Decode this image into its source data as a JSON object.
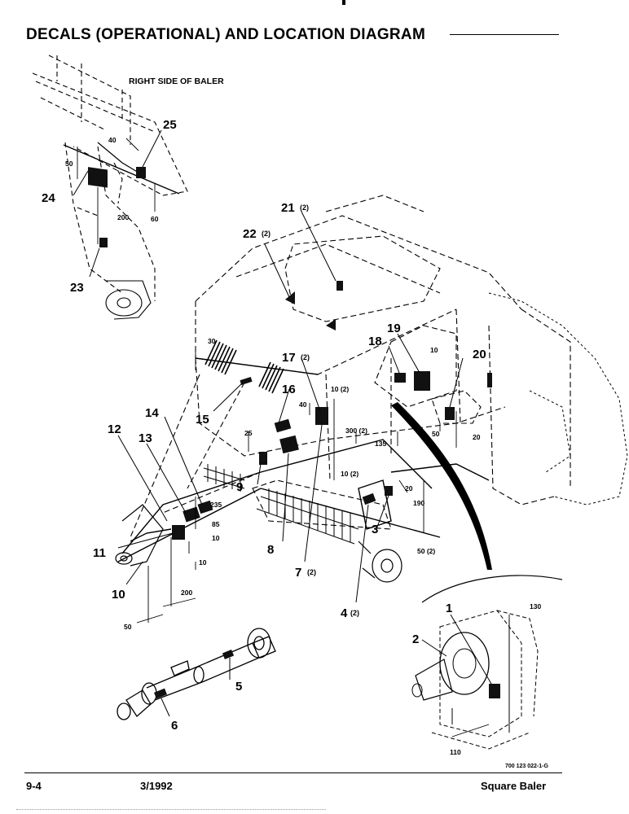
{
  "title": "DECALS (OPERATIONAL) AND LOCATION DIAGRAM",
  "view_label": "RIGHT SIDE OF BALER",
  "drawing_number": "700 123 022-1-G",
  "footer": {
    "page": "9-4",
    "date": "3/1992",
    "product": "Square Baler"
  },
  "callouts": {
    "c1": "1",
    "c2": "2",
    "c3": "3",
    "c4": "4",
    "c4q": "(2)",
    "c5": "5",
    "c6": "6",
    "c7": "7",
    "c7q": "(2)",
    "c8": "8",
    "c9": "9",
    "c10": "10",
    "c11": "11",
    "c12": "12",
    "c13": "13",
    "c14": "14",
    "c15": "15",
    "c16": "16",
    "c17": "17",
    "c17q": "(2)",
    "c18": "18",
    "c19": "19",
    "c20": "20",
    "c21": "21",
    "c21q": "(2)",
    "c22": "22",
    "c22q": "(2)",
    "c23": "23",
    "c24": "24",
    "c25": "25"
  },
  "dimensions": {
    "d40_top": "40",
    "d50_top": "50",
    "d60": "60",
    "d200_top": "200",
    "d30": "30",
    "d25": "25",
    "d40_mid": "40",
    "d10_2a": "10 (2)",
    "d10_right": "10",
    "d300_2": "300 (2)",
    "d135": "135",
    "d50_right": "50",
    "d20_right": "20",
    "d10_2b": "10 (2)",
    "d20_mid": "20",
    "d190": "190",
    "d50_2": "50 (2)",
    "d85": "85",
    "d235": "235",
    "d10_a": "10",
    "d10_b": "10",
    "d200_bot": "200",
    "d50_bot": "50",
    "d130": "130",
    "d110": "110"
  }
}
